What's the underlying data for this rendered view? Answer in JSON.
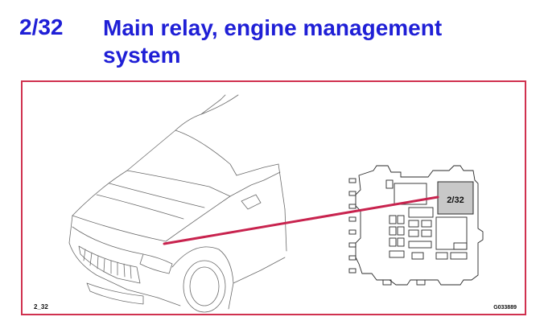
{
  "header": {
    "code": "2/32",
    "title": "Main relay, engine management system"
  },
  "diagram": {
    "relay_label": "2/32",
    "figure_id": "2_32",
    "image_ref": "G033889",
    "colors": {
      "heading": "#1f1fd6",
      "frame": "#d0314f",
      "leader_line": "#c8234e",
      "highlight_fill": "#c8c8c8"
    }
  }
}
